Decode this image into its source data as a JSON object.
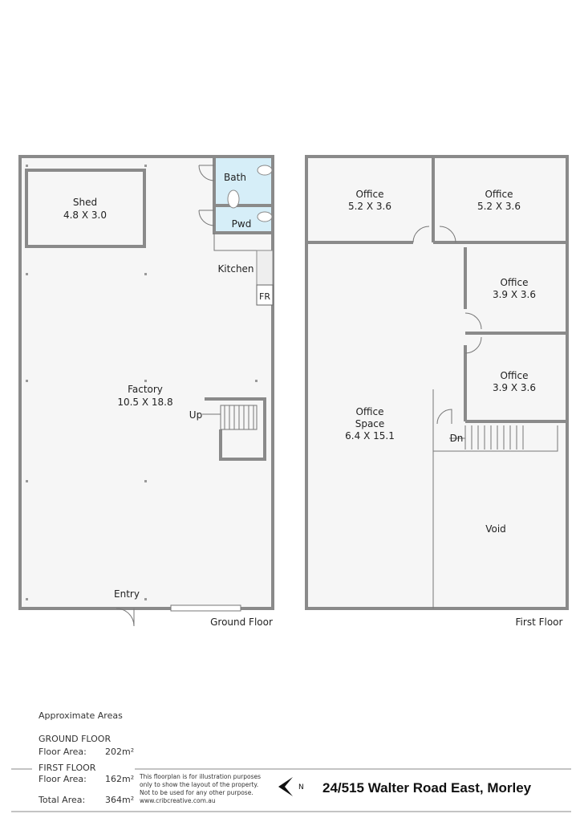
{
  "ground_floor": {
    "title": "Ground Floor",
    "rooms": {
      "shed": {
        "name": "Shed",
        "size": "4.8 X 3.0"
      },
      "bath": {
        "name": "Bath"
      },
      "pwd": {
        "name": "Pwd"
      },
      "kitchen": {
        "name": "Kitchen"
      },
      "fridge": {
        "name": "FR"
      },
      "factory": {
        "name": "Factory",
        "size": "10.5 X 18.8"
      },
      "stairs": {
        "name": "Up"
      },
      "entry": {
        "name": "Entry"
      }
    }
  },
  "first_floor": {
    "title": "First Floor",
    "rooms": {
      "office1": {
        "name": "Office",
        "size": "5.2 X 3.6"
      },
      "office2": {
        "name": "Office",
        "size": "5.2 X 3.6"
      },
      "office3": {
        "name": "Office",
        "size": "3.9 X 3.6"
      },
      "office4": {
        "name": "Office",
        "size": "3.9 X 3.6"
      },
      "office_space": {
        "name": "Office",
        "name2": "Space",
        "size": "6.4 X 15.1"
      },
      "stairs": {
        "name": "Dn"
      },
      "void": {
        "name": "Void"
      }
    }
  },
  "areas": {
    "heading": "Approximate Areas",
    "ground_label": "GROUND FLOOR",
    "ground_area_label": "Floor Area:",
    "ground_area": "202m²",
    "first_label": "FIRST FLOOR",
    "first_area_label": "Floor Area:",
    "first_area": "162m²",
    "total_label": "Total Area:",
    "total_area": "364m²"
  },
  "disclaimer": {
    "line1": "This floorplan is for illustration purposes",
    "line2": "only to show the layout of the property.",
    "line3": "Not to be used for any other purpose.",
    "line4": "www.cribcreative.com.au"
  },
  "compass": {
    "label": "N",
    "icon": "north-arrow-icon"
  },
  "address": "24/515 Walter Road East, Morley"
}
